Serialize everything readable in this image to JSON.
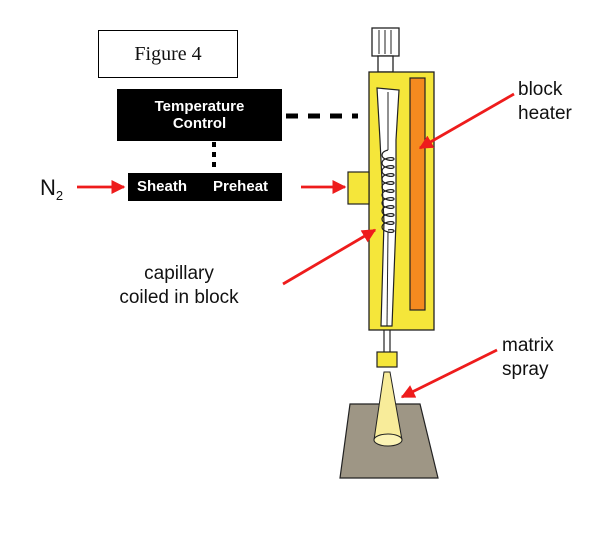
{
  "figure_label": "Figure 4",
  "temperature_control": {
    "line1": "Temperature",
    "line2": "Control"
  },
  "preheat_box": {
    "sheath": "Sheath",
    "preheat": "Preheat"
  },
  "gas_input": {
    "symbol": "N",
    "subscript": "2"
  },
  "labels": {
    "capillary_line1": "capillary",
    "capillary_line2": "coiled in block",
    "block_heater_line1": "block",
    "block_heater_line2": "heater",
    "matrix_spray_line1": "matrix",
    "matrix_spray_line2": "spray"
  },
  "colors": {
    "block_yellow": "#f5e63a",
    "heater_orange": "#f58a1f",
    "arrow_red": "#ee1c1c",
    "plate_gray": "#9e9685",
    "spray_cone": "#f8ec9a",
    "fitting_gray": "#d8d8d8"
  }
}
